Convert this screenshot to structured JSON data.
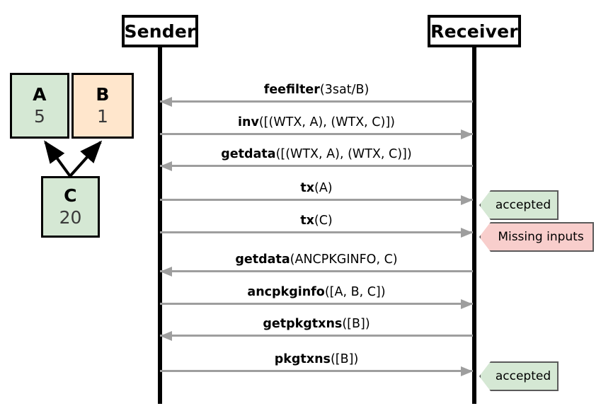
{
  "actors": {
    "sender": "Sender",
    "receiver": "Receiver"
  },
  "transaction_graph": {
    "nodes": [
      {
        "id": "A",
        "label": "A",
        "value": "5",
        "color": "#d5e8d4"
      },
      {
        "id": "B",
        "label": "B",
        "value": "1",
        "color": "#ffe6cc"
      },
      {
        "id": "C",
        "label": "C",
        "value": "20",
        "color": "#d5e8d4"
      }
    ],
    "edges": [
      {
        "from": "C",
        "to": "A"
      },
      {
        "from": "C",
        "to": "B"
      }
    ]
  },
  "messages": [
    {
      "command": "feefilter",
      "args": "(3sat/B)",
      "direction": "left"
    },
    {
      "command": "inv",
      "args": "([(WTX, A), (WTX, C)])",
      "direction": "right"
    },
    {
      "command": "getdata",
      "args": "([(WTX, A), (WTX, C)])",
      "direction": "left"
    },
    {
      "command": "tx",
      "args": "(A)",
      "direction": "right"
    },
    {
      "command": "tx",
      "args": "(C)",
      "direction": "right"
    },
    {
      "command": "getdata",
      "args": "(ANCPKGINFO, C)",
      "direction": "left"
    },
    {
      "command": "ancpkginfo",
      "args": "([A, B, C])",
      "direction": "right"
    },
    {
      "command": "getpkgtxns",
      "args": "([B])",
      "direction": "left"
    },
    {
      "command": "pkgtxns",
      "args": "([B])",
      "direction": "right"
    }
  ],
  "badges": [
    {
      "id": "tx-a",
      "text": "accepted",
      "status": "accepted",
      "color": "#d5e8d4"
    },
    {
      "id": "tx-c",
      "text": "Missing inputs",
      "status": "rejected",
      "color": "#f8cecc"
    },
    {
      "id": "pkgtxns",
      "text": "accepted",
      "status": "accepted",
      "color": "#d5e8d4"
    }
  ],
  "colors": {
    "accepted": "#d5e8d4",
    "rejected": "#f8cecc",
    "orange": "#ffe6cc",
    "arrow": "#9e9e9e",
    "lifeline": "#000000"
  }
}
